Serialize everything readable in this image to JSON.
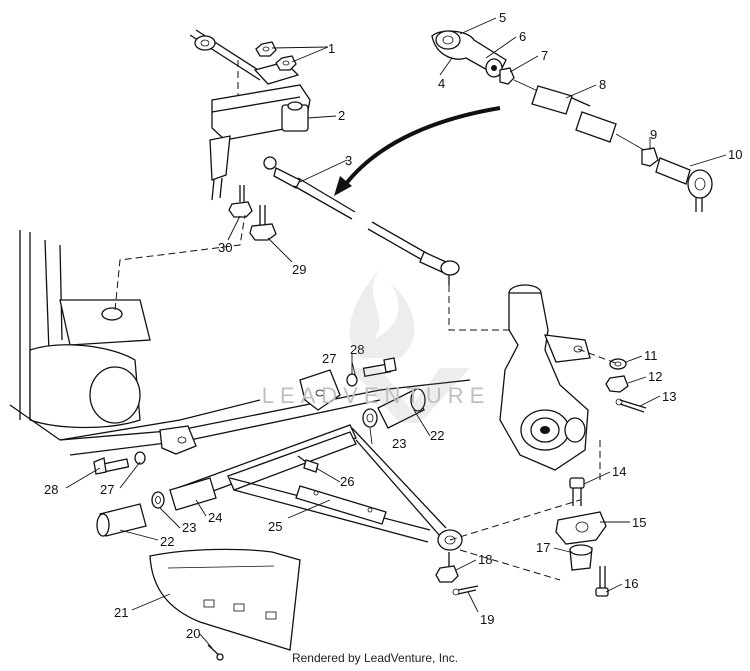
{
  "diagram": {
    "callouts": [
      {
        "id": "c1",
        "text": "1"
      },
      {
        "id": "c2",
        "text": "2"
      },
      {
        "id": "c3",
        "text": "3"
      },
      {
        "id": "c4",
        "text": "4"
      },
      {
        "id": "c5",
        "text": "5"
      },
      {
        "id": "c6",
        "text": "6"
      },
      {
        "id": "c7",
        "text": "7"
      },
      {
        "id": "c8",
        "text": "8"
      },
      {
        "id": "c9",
        "text": "9"
      },
      {
        "id": "c10",
        "text": "10"
      },
      {
        "id": "c11",
        "text": "11"
      },
      {
        "id": "c12",
        "text": "12"
      },
      {
        "id": "c13",
        "text": "13"
      },
      {
        "id": "c14",
        "text": "14"
      },
      {
        "id": "c15",
        "text": "15"
      },
      {
        "id": "c16",
        "text": "16"
      },
      {
        "id": "c17",
        "text": "17"
      },
      {
        "id": "c18",
        "text": "18"
      },
      {
        "id": "c19",
        "text": "19"
      },
      {
        "id": "c20",
        "text": "20"
      },
      {
        "id": "c21",
        "text": "21"
      },
      {
        "id": "c22a",
        "text": "22"
      },
      {
        "id": "c22b",
        "text": "22"
      },
      {
        "id": "c23a",
        "text": "23"
      },
      {
        "id": "c23b",
        "text": "23"
      },
      {
        "id": "c24",
        "text": "24"
      },
      {
        "id": "c25",
        "text": "25"
      },
      {
        "id": "c26",
        "text": "26"
      },
      {
        "id": "c27a",
        "text": "27"
      },
      {
        "id": "c27b",
        "text": "27"
      },
      {
        "id": "c28a",
        "text": "28"
      },
      {
        "id": "c28b",
        "text": "28"
      },
      {
        "id": "c29",
        "text": "29"
      },
      {
        "id": "c30",
        "text": "30"
      }
    ],
    "credit": "Rendered by LeadVenture, Inc.",
    "watermark": "LEADVENTURE"
  }
}
